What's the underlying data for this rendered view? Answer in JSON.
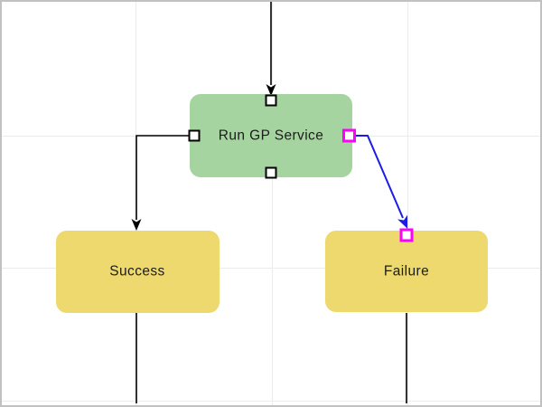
{
  "canvas": {
    "background": "#ffffff",
    "border_color": "#c1c1c1",
    "grid_color": "#ececec"
  },
  "diagram": {
    "nodes": [
      {
        "id": "run-gp-service",
        "label": "Run GP Service",
        "fill": "#a6d4a1"
      },
      {
        "id": "success",
        "label": "Success",
        "fill": "#edd96e"
      },
      {
        "id": "failure",
        "label": "Failure",
        "fill": "#edd96e"
      }
    ],
    "edges": [
      {
        "id": "edge-incoming-top",
        "to": "run-gp-service",
        "color": "#000000",
        "selected": false
      },
      {
        "id": "edge-process-to-success",
        "from": "run-gp-service",
        "to": "success",
        "color": "#000000",
        "selected": false
      },
      {
        "id": "edge-process-to-failure",
        "from": "run-gp-service",
        "to": "failure",
        "color": "#1c1ce6",
        "selected": true
      },
      {
        "id": "edge-outgoing-success",
        "from": "success",
        "color": "#000000",
        "selected": false
      },
      {
        "id": "edge-outgoing-failure",
        "from": "failure",
        "color": "#000000",
        "selected": false
      }
    ],
    "colors": {
      "edge": "#000000",
      "selected_edge": "#1c1ce6",
      "port_stroke": "#000000",
      "selected_port": "#ff00ff",
      "port_fill": "#ffffff",
      "text": "#1c1c1c"
    }
  }
}
